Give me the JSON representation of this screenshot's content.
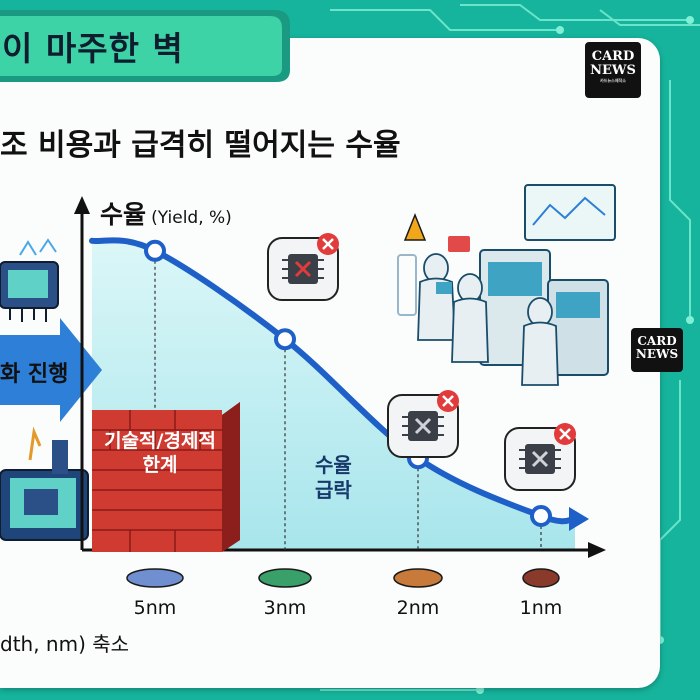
{
  "header": {
    "title": "이 마주한 벽",
    "subtitle": "조 비용과 급격히 떨어지는 수율"
  },
  "badges": {
    "top_line1": "CARD",
    "top_line2": "NEWS",
    "top_sub": "카드뉴스제작소",
    "side_line1": "CARD",
    "side_line2": "NEWS"
  },
  "left_arrow": {
    "label": "화 진행"
  },
  "annotations": {
    "wall_line1": "기술적/경제적",
    "wall_line2": "한계",
    "drop_line1": "수율",
    "drop_line2": "급락"
  },
  "chart_data": {
    "type": "line",
    "ylabel_main": "수율",
    "ylabel_unit": "(Yield, %)",
    "xlabel": "dth, nm) 축소",
    "categories": [
      "5nm",
      "3nm",
      "2nm",
      "1nm"
    ],
    "values": [
      88,
      62,
      27,
      10
    ],
    "ylim": [
      0,
      100
    ],
    "colors": {
      "line": "#1e5fc8",
      "fill": "#bfeff3",
      "wall": "#c8322d"
    },
    "wafer_colors": [
      "#6f8fd0",
      "#3aa06a",
      "#c77a3a",
      "#8a3a2a"
    ]
  }
}
